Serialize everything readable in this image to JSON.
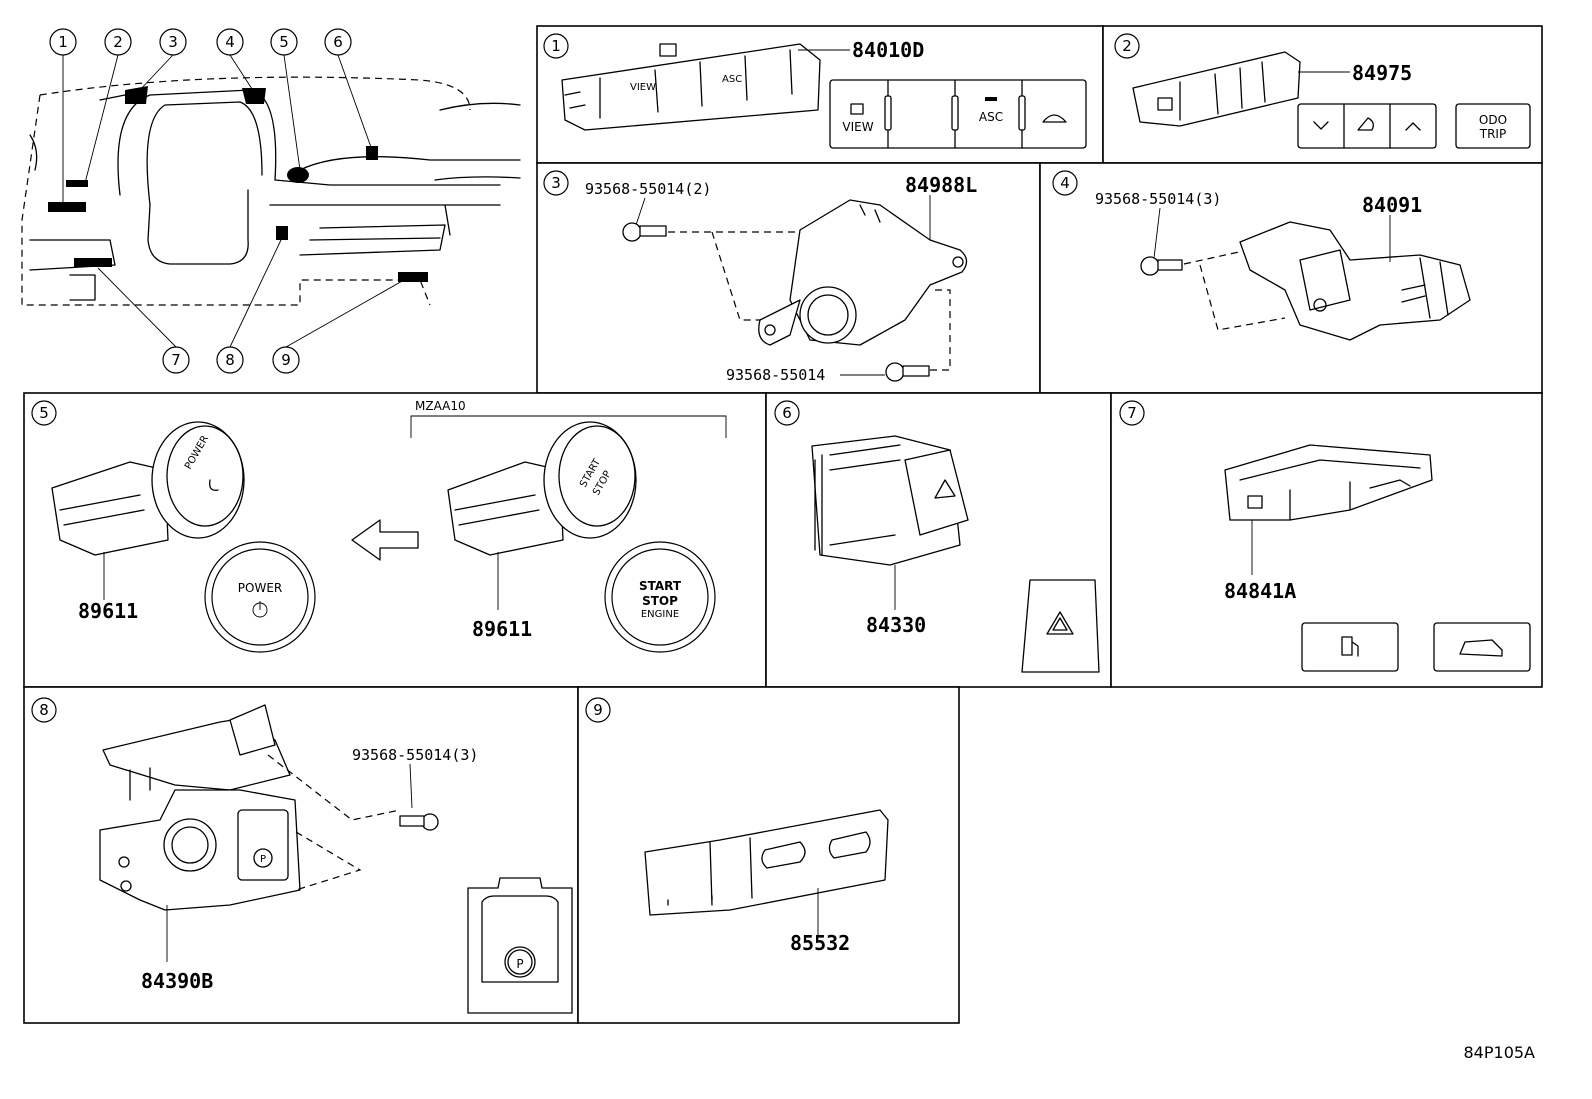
{
  "overview": {
    "callouts": [
      "1",
      "2",
      "3",
      "4",
      "5",
      "6",
      "7",
      "8",
      "9"
    ]
  },
  "panels": {
    "p1": {
      "index": "1",
      "part": "84010D",
      "buttons": {
        "view": "VIEW",
        "asc": "ASC"
      }
    },
    "p2": {
      "index": "2",
      "part": "84975",
      "odo_trip": [
        "ODO",
        "TRIP"
      ]
    },
    "p3": {
      "index": "3",
      "part": "84988L",
      "bolt_a": "93568-55014(2)",
      "bolt_b": "93568-55014"
    },
    "p4": {
      "index": "4",
      "part": "84091",
      "bolt": "93568-55014(3)"
    },
    "p5": {
      "index": "5",
      "variant": "MZAA10",
      "part_left": "89611",
      "part_right": "89611",
      "power_label": "POWER",
      "start_label": "START",
      "stop_label": "STOP",
      "engine_label": "ENGINE"
    },
    "p6": {
      "index": "6",
      "part": "84330"
    },
    "p7": {
      "index": "7",
      "part": "84841A"
    },
    "p8": {
      "index": "8",
      "part": "84390B",
      "bolt": "93568-55014(3)",
      "p_label": "P"
    },
    "p9": {
      "index": "9",
      "part": "85532"
    }
  },
  "figure_code": "84P105A"
}
